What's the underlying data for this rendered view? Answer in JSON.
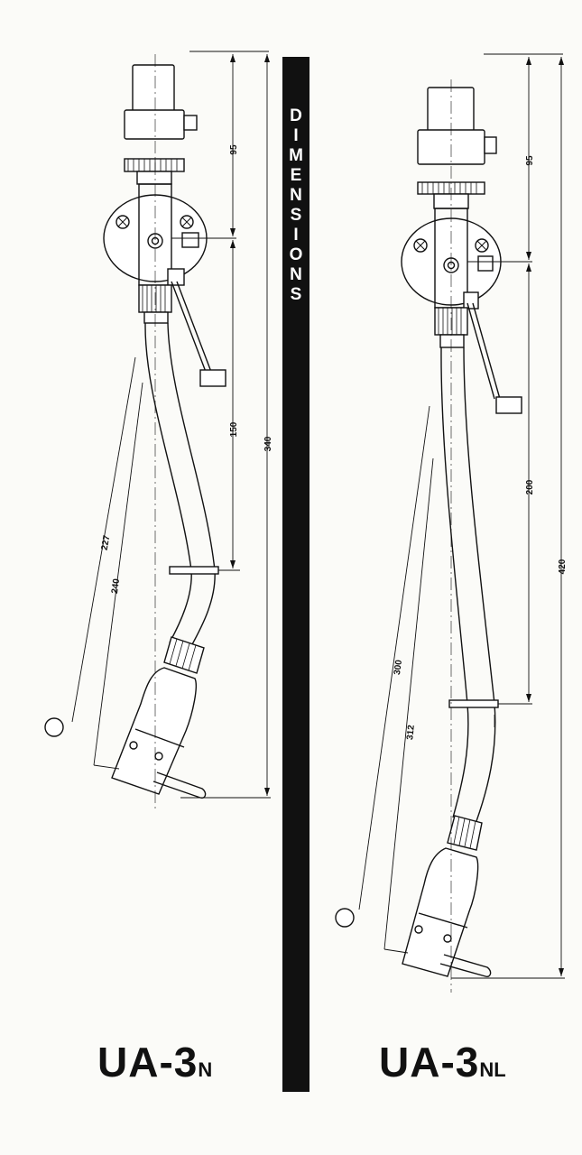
{
  "banner": {
    "title": "DIMENSIONS"
  },
  "left": {
    "model_main": "UA-3",
    "model_suffix": "N",
    "dims": {
      "upper": "95",
      "middle": "150",
      "total": "340",
      "effective": "227",
      "overall_arm": "240"
    }
  },
  "right": {
    "model_main": "UA-3",
    "model_suffix": "NL",
    "dims": {
      "upper": "95",
      "middle": "200",
      "total": "420",
      "effective": "300",
      "overall_arm": "312"
    }
  },
  "colors": {
    "ink": "#111111",
    "paper": "#fbfbf8"
  }
}
